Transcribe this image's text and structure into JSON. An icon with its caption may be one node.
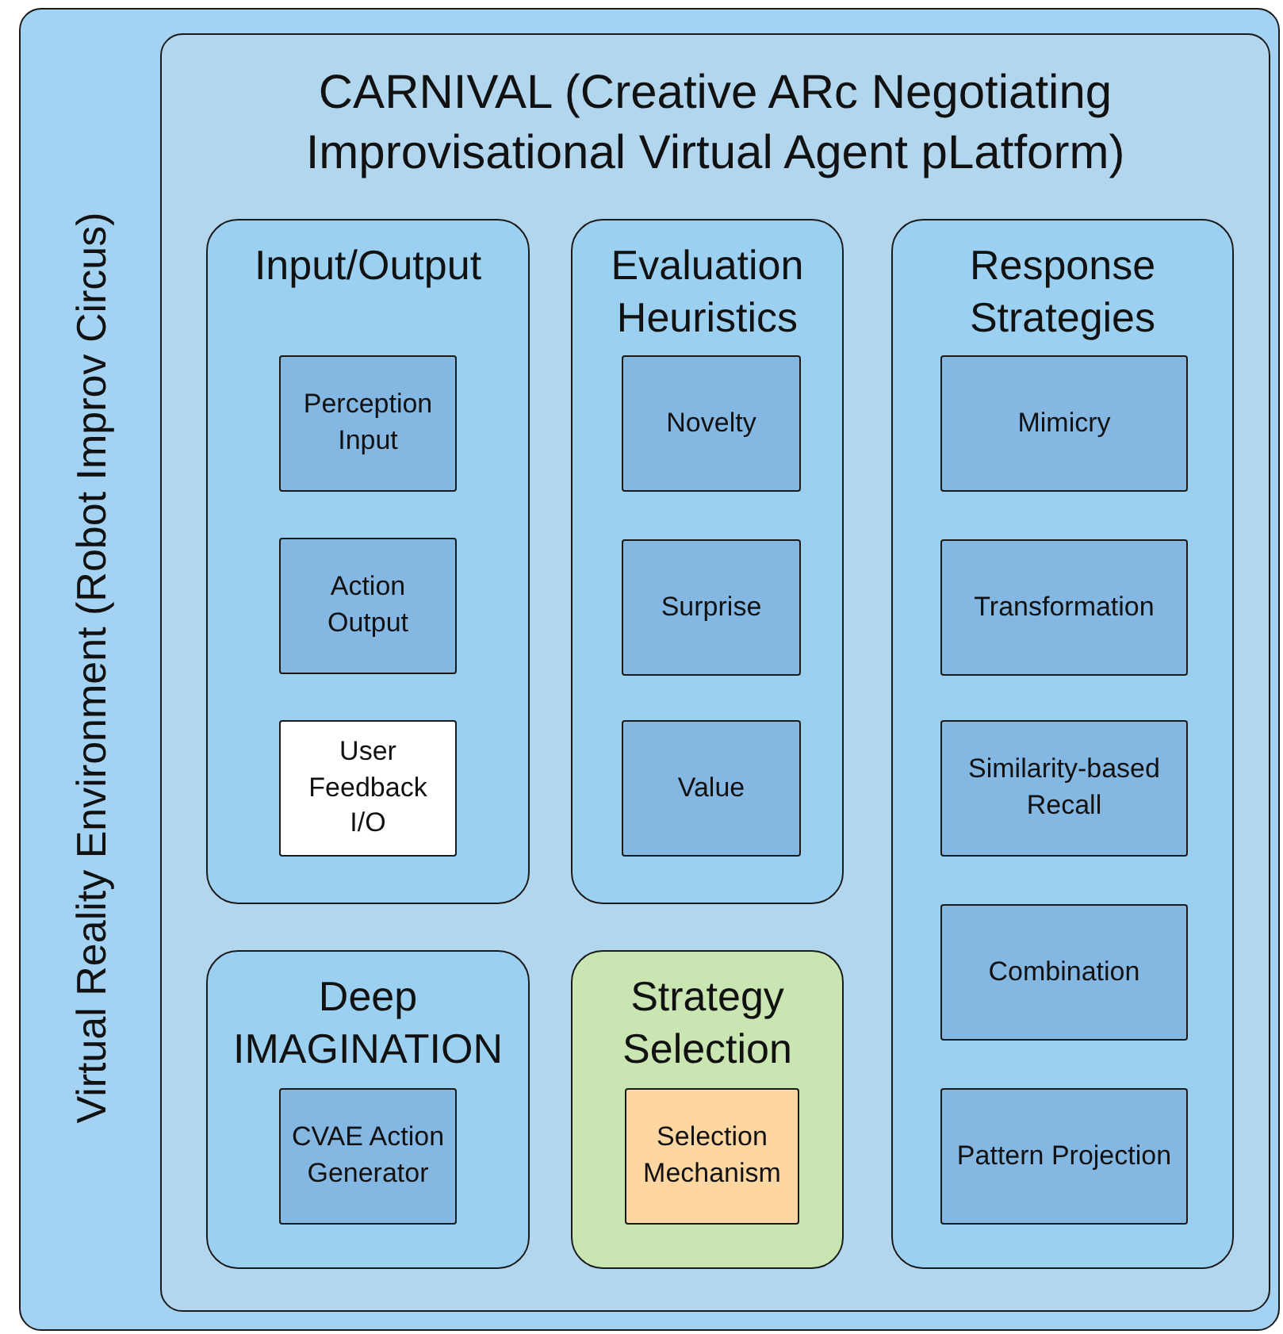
{
  "diagram": {
    "nodes": [
      {
        "text": [
          "Virtual Reality Environment (Robot Improv Circus)"
        ]
      },
      {
        "text": [
          "CARNIVAL (Creative ARc Negotiating Improvisational Virtual Agent pLatform)"
        ],
        "in": 0
      },
      {
        "text": [
          "Input/Output"
        ],
        "in": 1
      },
      {
        "text": [
          "Perception Input"
        ],
        "in": 2
      },
      {
        "text": [
          "Action Output"
        ],
        "in": 2
      },
      {
        "text": [
          "User Feedback I/O"
        ],
        "in": 2
      },
      {
        "text": [
          "Evaluation Heuristics"
        ],
        "in": 1
      },
      {
        "text": [
          "Novelty"
        ],
        "in": 6
      },
      {
        "text": [
          "Surprise"
        ],
        "in": 6
      },
      {
        "text": [
          "Value"
        ],
        "in": 6
      },
      {
        "text": [
          "Response Strategies"
        ],
        "in": 1
      },
      {
        "text": [
          "Mimicry"
        ],
        "in": 10
      },
      {
        "text": [
          "Transformation"
        ],
        "in": 10
      },
      {
        "text": [
          "Similarity-based Recall"
        ],
        "in": 10
      },
      {
        "text": [
          "Combination"
        ],
        "in": 10
      },
      {
        "text": [
          "Pattern Projection"
        ],
        "in": 10
      },
      {
        "text": [
          "Deep IMAGINATION"
        ],
        "in": 1
      },
      {
        "text": [
          "CVAE Action Generator"
        ],
        "in": 16
      },
      {
        "text": [
          "Strategy Selection"
        ],
        "in": 1
      },
      {
        "text": [
          "Selection Mechanism"
        ],
        "in": 18
      }
    ]
  }
}
